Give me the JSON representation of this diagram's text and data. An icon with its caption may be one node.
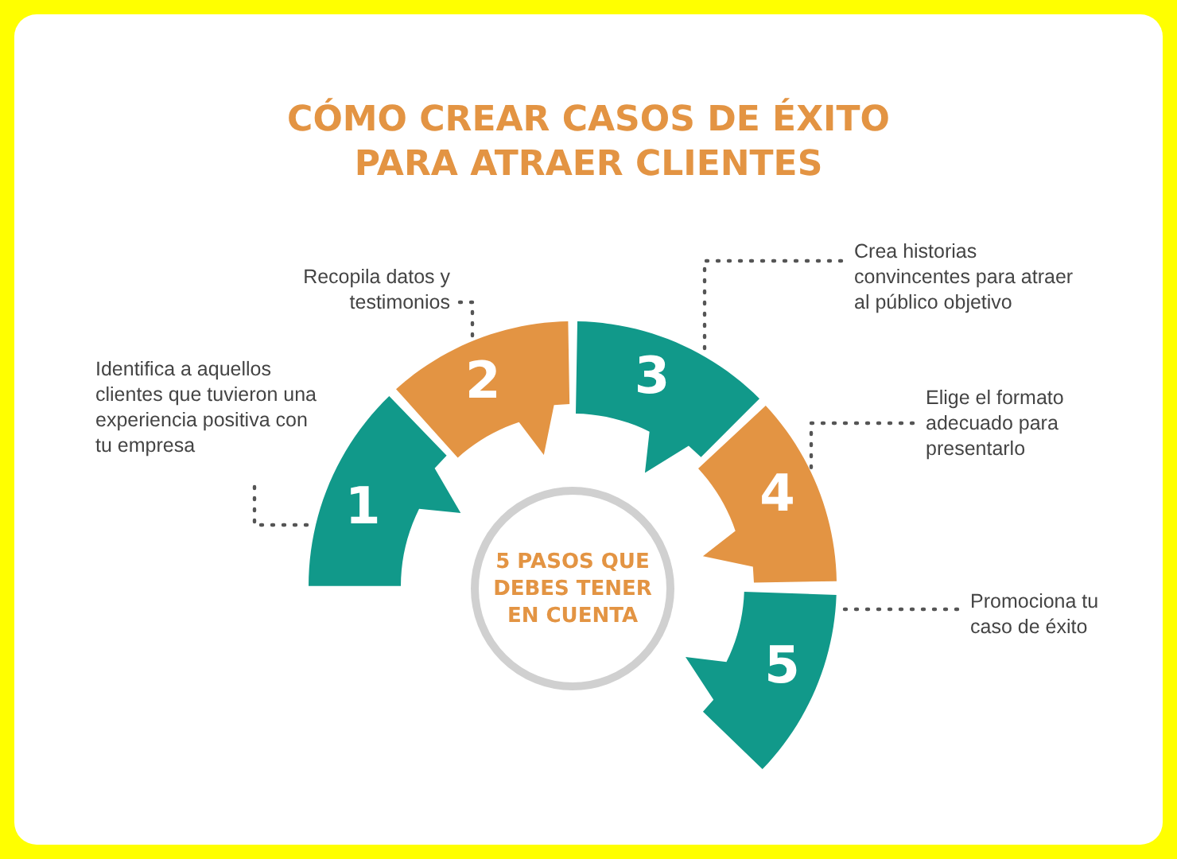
{
  "diagram": {
    "title": "CÓMO CREAR CASOS DE ÉXITO PARA ATRAER CLIENTES",
    "nodes": [
      {
        "text": [
          "5 PASOS QUE DEBES TENER EN CUENTA"
        ]
      },
      {
        "text": [
          "1"
        ]
      },
      {
        "text": [
          "2"
        ]
      },
      {
        "text": [
          "3"
        ]
      },
      {
        "text": [
          "4"
        ]
      },
      {
        "text": [
          "5"
        ]
      },
      {
        "text": [
          "Identifica a aquellos clientes que tuvieron una experiencia positiva con tu empresa"
        ]
      },
      {
        "text": [
          "Recopila datos y testimonios"
        ]
      },
      {
        "text": [
          "Crea historias convincentes para atraer al público objetivo"
        ]
      },
      {
        "text": [
          "Elige el formato adecuado para presentarlo"
        ]
      },
      {
        "text": [
          "Promociona tu caso de éxito"
        ]
      }
    ],
    "edges": [
      {
        "from": 6,
        "to": 1,
        "arrow": "none",
        "style": "dashed"
      },
      {
        "from": 7,
        "to": 2,
        "arrow": "none",
        "style": "dashed"
      },
      {
        "from": 8,
        "to": 3,
        "arrow": "none",
        "style": "dashed"
      },
      {
        "from": 9,
        "to": 4,
        "arrow": "none",
        "style": "dashed"
      },
      {
        "from": 10,
        "to": 5,
        "arrow": "none",
        "style": "dashed"
      }
    ]
  }
}
